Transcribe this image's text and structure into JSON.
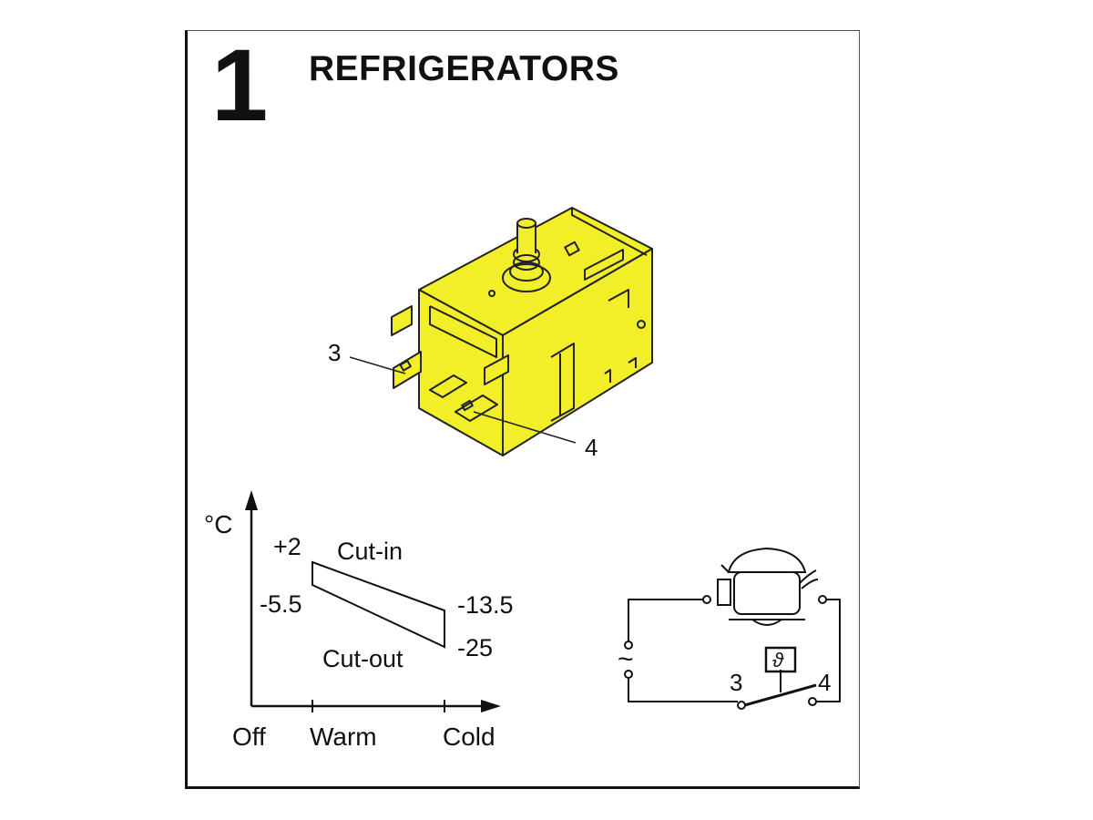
{
  "header": {
    "section_number": "1",
    "title": "REFRIGERATORS"
  },
  "thermostat": {
    "body_color": "#f2ee27",
    "terminal_3_label": "3",
    "terminal_4_label": "4"
  },
  "temperature_graph": {
    "unit_label": "°C",
    "cut_in_label": "Cut-in",
    "cut_out_label": "Cut-out",
    "warm_cut_in": "+2",
    "warm_cut_out": "-5.5",
    "cold_cut_in": "-13.5",
    "cold_cut_out": "-25",
    "x_ticks": [
      "Off",
      "Warm",
      "Cold"
    ]
  },
  "wiring": {
    "ac_symbol": "~",
    "thermostat_symbol": "ϑ",
    "terminal_3_label": "3",
    "terminal_4_label": "4"
  }
}
